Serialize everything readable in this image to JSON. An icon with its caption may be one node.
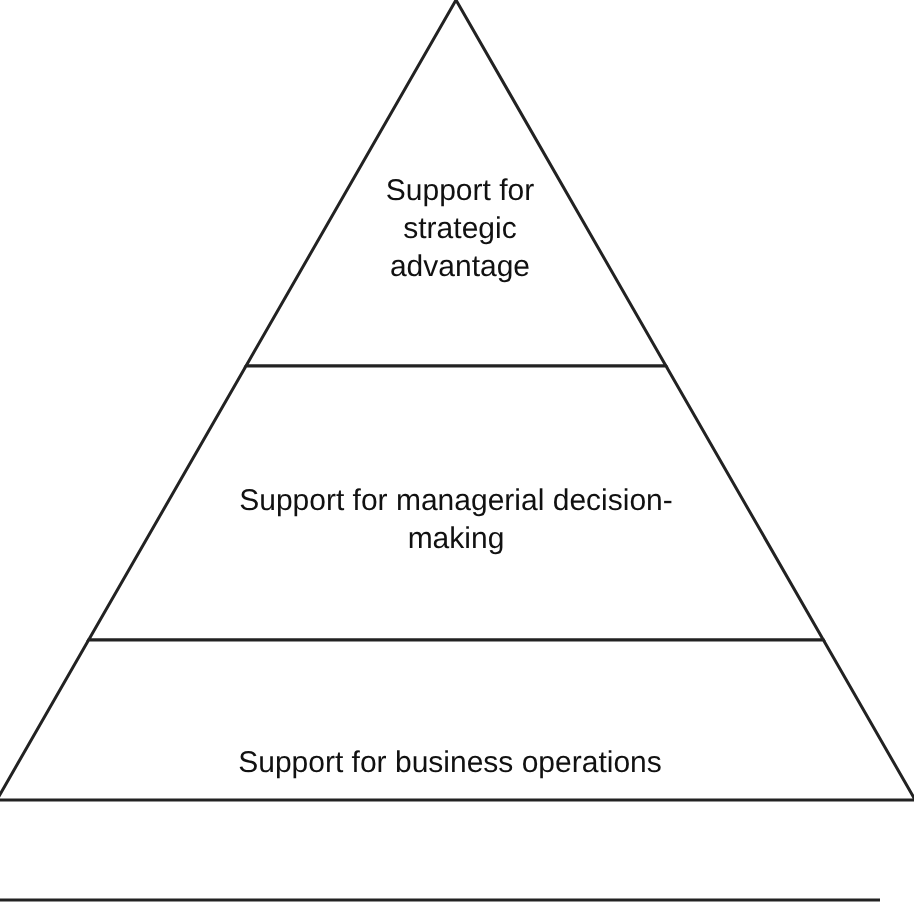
{
  "diagram": {
    "nodes": [
      {
        "text": [
          "Support for strategic advantage"
        ]
      },
      {
        "text": [
          "Support for managerial decision-making"
        ]
      },
      {
        "text": [
          "Support for business operations"
        ]
      }
    ]
  }
}
